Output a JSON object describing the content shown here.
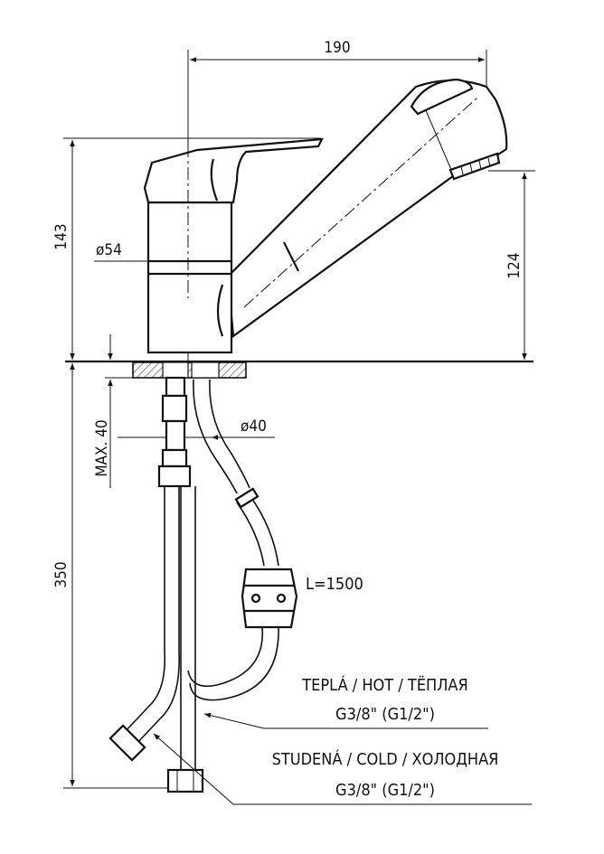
{
  "dimensions": {
    "width_top": "190",
    "height_left": "143",
    "height_right": "124",
    "diameter_body": "ø54",
    "diameter_hole": "ø40",
    "max_thickness": "MAX. 40",
    "depth": "350"
  },
  "hose_length": "L=1500",
  "connections": {
    "hot_label": "TEPLÁ  /  HOT  /  ТЁПЛАЯ",
    "hot_thread": "G3/8\"  (G1/2\")",
    "cold_label": "STUDENÁ  /  COLD  /  ХОЛОДНАЯ",
    "cold_thread": "G3/8\"  (G1/2\")"
  }
}
